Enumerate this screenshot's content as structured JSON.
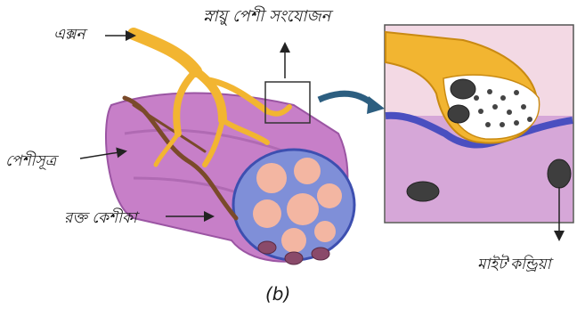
{
  "labels": {
    "axon": "এক্সন",
    "neuromuscular_junction": "স্নায়ু পেশী সংযোজন",
    "muscle_fibre": "পেশীসূত্র",
    "capillary": "রক্ত কেশীকা",
    "mitochondria": "মাইট'কন্ড্রিয়া",
    "caption": "(b)"
  },
  "colors": {
    "muscle": "#c77fc8",
    "muscle_dark": "#9b55a3",
    "nerve": "#f2b531",
    "capillary": "#7a4a2a",
    "inset_bg": "#f3d9e4",
    "membrane": "#4a4fc0",
    "arrow": "#2c5e80"
  }
}
